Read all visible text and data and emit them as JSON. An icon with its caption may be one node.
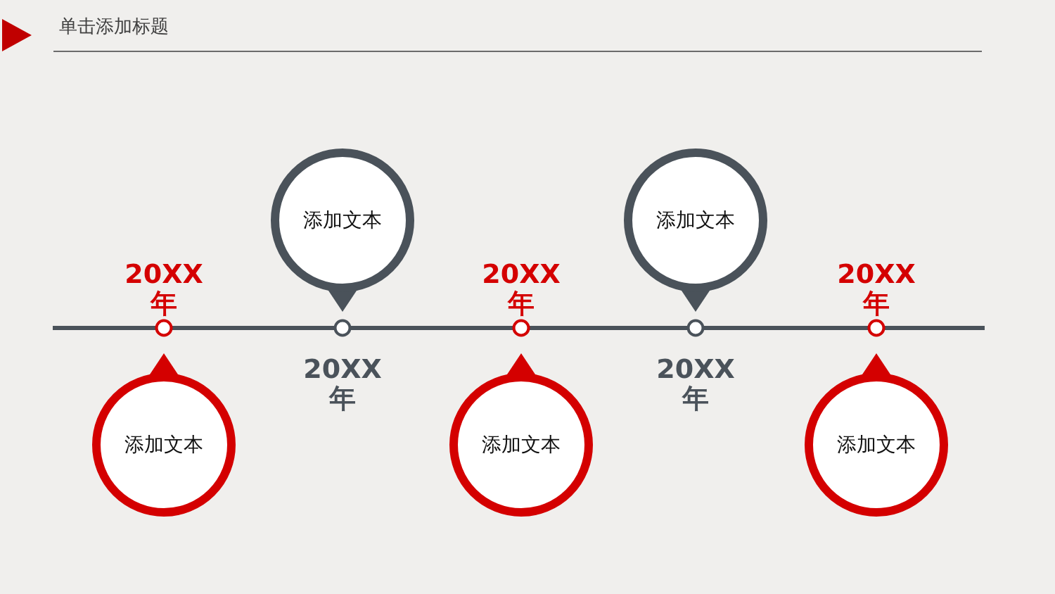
{
  "diagram": {
    "title": "单击添加标题",
    "nodes": [
      {
        "text": [
          "添加文本"
        ],
        "beside": [
          "20XX年"
        ]
      },
      {
        "text": [
          "添加文本"
        ],
        "beside": [
          "20XX年"
        ]
      },
      {
        "text": [
          "添加文本"
        ],
        "beside": [
          "20XX年"
        ]
      },
      {
        "text": [
          "添加文本"
        ],
        "beside": [
          "20XX年"
        ]
      },
      {
        "text": [
          "添加文本"
        ],
        "beside": [
          "20XX年"
        ]
      }
    ]
  }
}
